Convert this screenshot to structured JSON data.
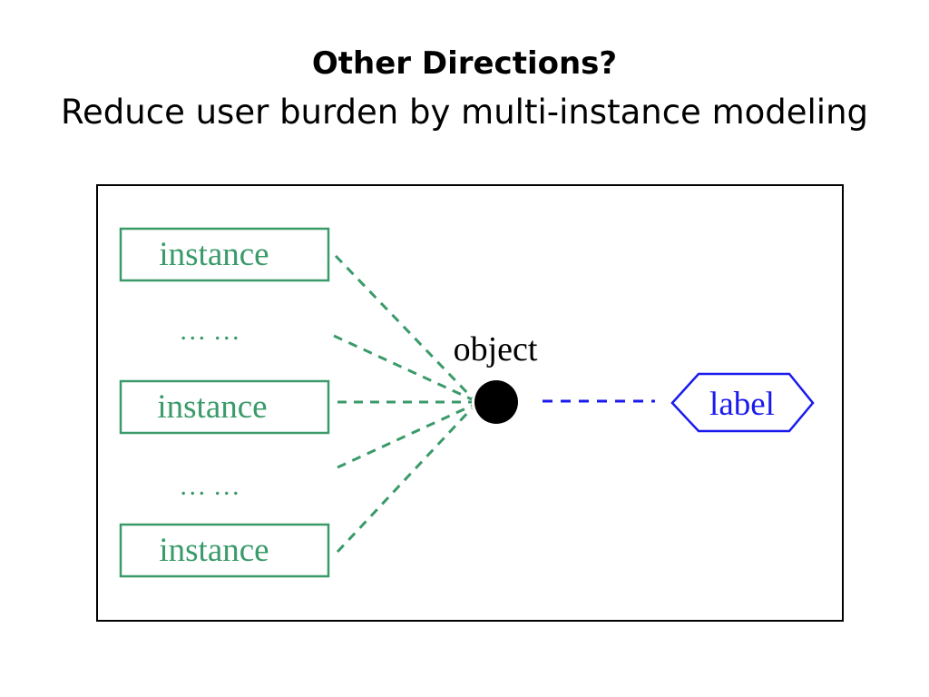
{
  "slide": {
    "title": "Other Directions?",
    "subtitle": "Reduce user burden by multi-instance modeling"
  },
  "diagram": {
    "instances": [
      "instance",
      "instance",
      "instance"
    ],
    "ellipses": [
      "… …",
      "… …"
    ],
    "object_label": "object",
    "label_text": "label",
    "colors": {
      "instance": "#3a9a6a",
      "label": "#1a1aee",
      "object": "#000000",
      "frame": "#000000"
    }
  }
}
